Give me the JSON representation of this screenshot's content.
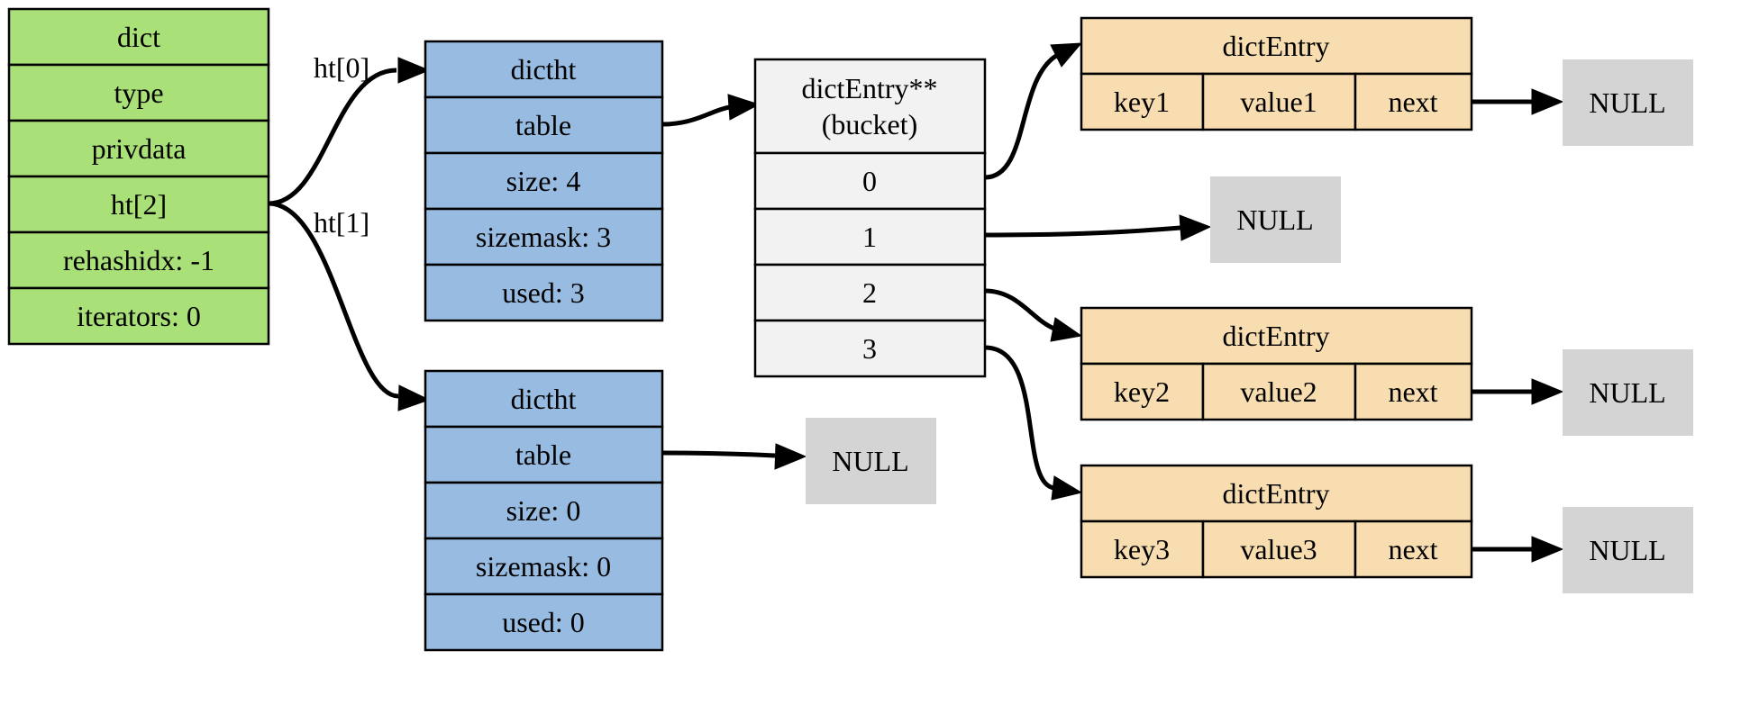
{
  "colors": {
    "dict": "#a9e078",
    "dictht": "#98bbe1",
    "bucket": "#f2f2f2",
    "entry": "#f8ddb0",
    "null": "#d4d4d4",
    "border": "#000000"
  },
  "dict": {
    "rows": [
      "dict",
      "type",
      "privdata",
      "ht[2]",
      "rehashidx: -1",
      "iterators: 0"
    ]
  },
  "dictht0": {
    "rows": [
      "dictht",
      "table",
      "size: 4",
      "sizemask: 3",
      "used: 3"
    ]
  },
  "dictht1": {
    "rows": [
      "dictht",
      "table",
      "size: 0",
      "sizemask: 0",
      "used: 0"
    ]
  },
  "bucket": {
    "header_line1": "dictEntry**",
    "header_line2": "(bucket)",
    "slots": [
      "0",
      "1",
      "2",
      "3"
    ]
  },
  "entries": [
    {
      "title": "dictEntry",
      "key": "key1",
      "value": "value1",
      "next": "next"
    },
    {
      "title": "dictEntry",
      "key": "key2",
      "value": "value2",
      "next": "next"
    },
    {
      "title": "dictEntry",
      "key": "key3",
      "value": "value3",
      "next": "next"
    }
  ],
  "nulls": [
    "NULL",
    "NULL",
    "NULL",
    "NULL",
    "NULL"
  ],
  "edge_labels": {
    "ht0": "ht[0]",
    "ht1": "ht[1]"
  }
}
